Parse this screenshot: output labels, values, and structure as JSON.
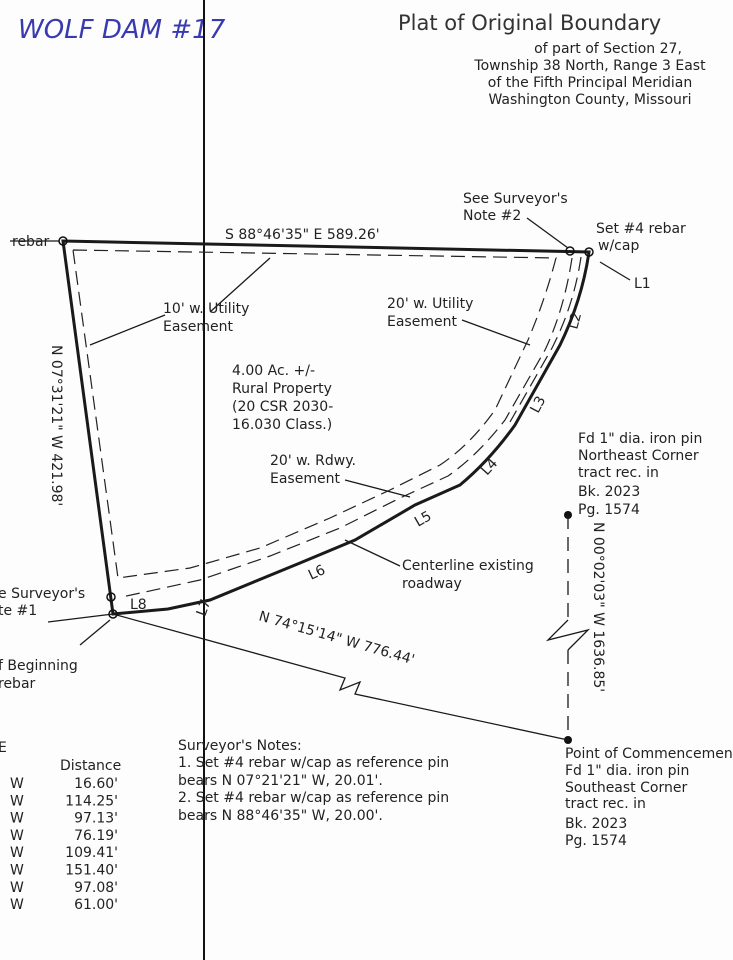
{
  "handwritten_note": "WOLF DAM #17",
  "header": {
    "title": "Plat of Original Boundary",
    "lines": [
      "of part of Section 27,",
      "Township 38 North, Range 3 East",
      "of the Fifth Principal Meridian",
      "Washington County, Missouri"
    ]
  },
  "labels": {
    "nw_rebar": "rebar",
    "north_bearing": "S 88°46'35\"  E   589.26'",
    "see_note2": [
      "See Surveyor's",
      "Note #2"
    ],
    "set_rebar": [
      "Set #4 rebar",
      "w/cap"
    ],
    "l1": "L1",
    "l2": "L2",
    "l3": "L3",
    "l4": "L4",
    "l5": "L5",
    "l6": "L6",
    "l7": "L7",
    "l8": "L8",
    "utility10": [
      "10' w. Utility",
      "Easement"
    ],
    "utility20": [
      "20' w. Utility",
      "Easement"
    ],
    "west_bearing": "N 07°31'21\"  W     421.98'",
    "area": [
      "4.00 Ac. +/-",
      "Rural Property",
      "(20 CSR 2030-",
      "16.030 Class.)"
    ],
    "rdwy": [
      "20' w. Rdwy.",
      "Easement"
    ],
    "centerline": [
      "Centerline existing",
      "roadway"
    ],
    "ne_corner": [
      "Fd 1\" dia. iron pin",
      "Northeast Corner",
      "tract rec. in",
      "Bk. 2023",
      "Pg. 1574"
    ],
    "east_tie": "N 00°02'03\"  W     1636.85'",
    "see_note1": [
      "e Surveyor's",
      "te #1"
    ],
    "beginning": [
      "f Beginning",
      " rebar"
    ],
    "tie_bearing": "N 74°15'14\"  W       776.44'",
    "commencement": [
      "Point of Commencement",
      "Fd 1\" dia. iron pin",
      "Southeast Corner",
      "tract rec. in",
      "Bk. 2023",
      "Pg. 1574"
    ]
  },
  "line_table": {
    "header_partial": "E",
    "distance_header": "Distance",
    "rows": [
      {
        "dir": "W",
        "distance": "16.60'"
      },
      {
        "dir": "W",
        "distance": "114.25'"
      },
      {
        "dir": "W",
        "distance": "97.13'"
      },
      {
        "dir": "W",
        "distance": "76.19'"
      },
      {
        "dir": "W",
        "distance": "109.41'"
      },
      {
        "dir": "W",
        "distance": "151.40'"
      },
      {
        "dir": "W",
        "distance": "97.08'"
      },
      {
        "dir": "W",
        "distance": "61.00'"
      }
    ]
  },
  "notes": {
    "title": "Surveyor's Notes:",
    "lines": [
      "1. Set #4 rebar w/cap as reference pin",
      "bears N 07°21'21\" W, 20.01'.",
      "2. Set #4 rebar w/cap as reference pin",
      "bears N 88°46'35\" W, 20.00'."
    ]
  }
}
